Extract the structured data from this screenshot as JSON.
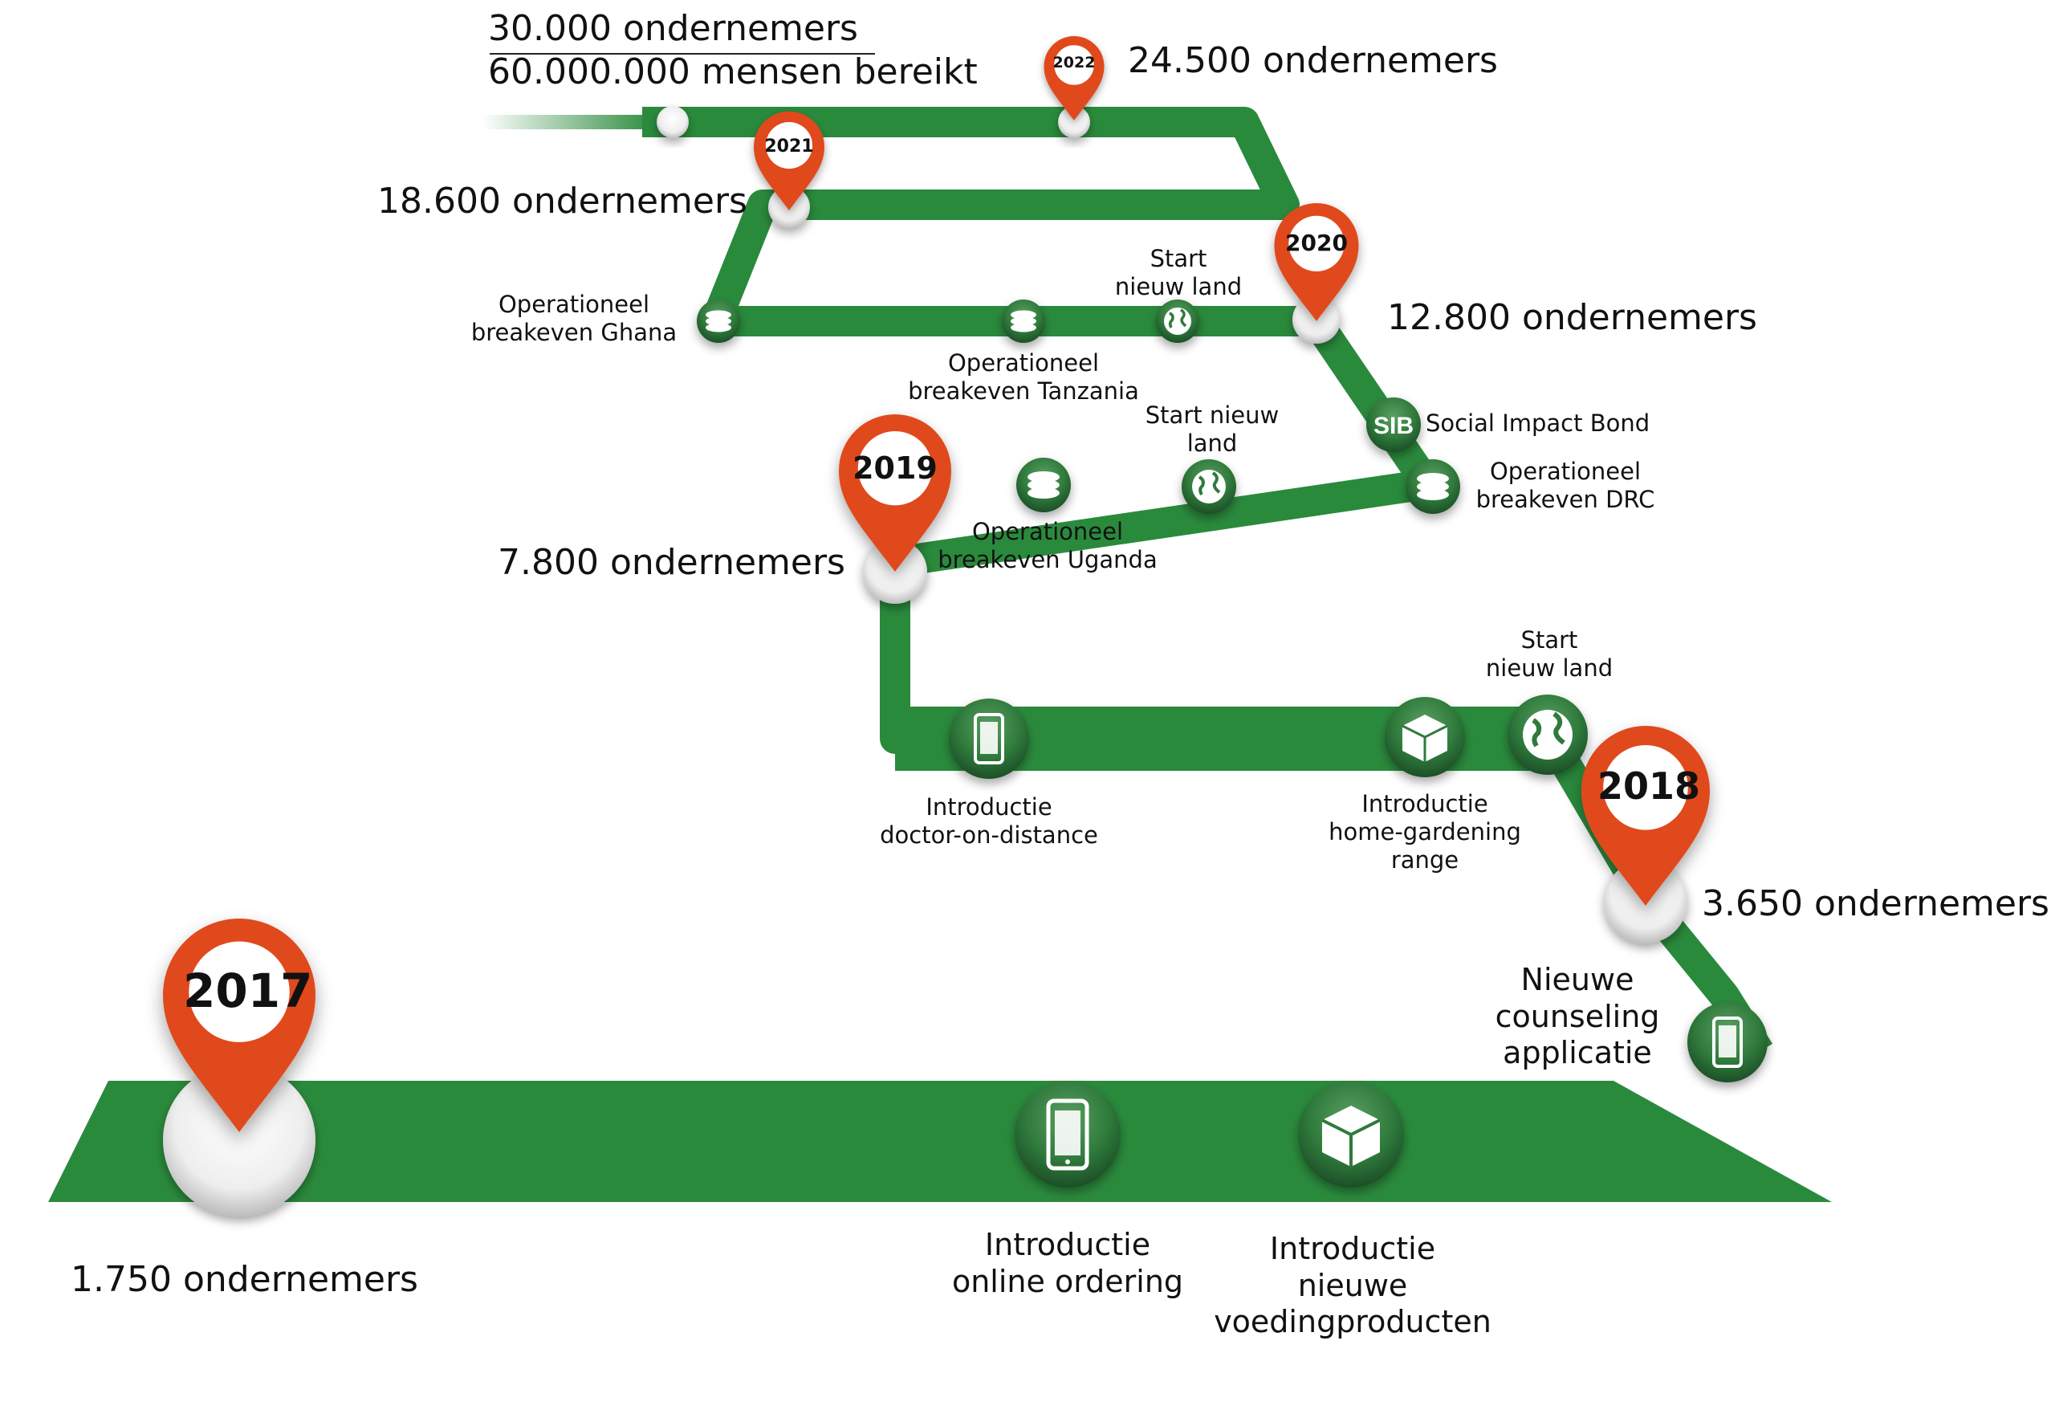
{
  "header": {
    "line1": "30.000 ondernemers",
    "line2": "60.000.000 mensen bereikt"
  },
  "track_color": "#2a8a3c",
  "pin_color": "#e04a1c",
  "icon_disc_color": "#2f7a3c",
  "years": {
    "y2017": "2017",
    "y2018": "2018",
    "y2019": "2019",
    "y2020": "2020",
    "y2021": "2021",
    "y2022": "2022"
  },
  "entrepreneurs": {
    "y2017": "1.750 ondernemers",
    "y2018": "3.650 ondernemers",
    "y2019": "7.800 ondernemers",
    "y2020": "12.800 ondernemers",
    "y2021": "18.600 ondernemers",
    "y2022": "24.500 ondernemers"
  },
  "milestones": {
    "online_ordering": [
      "Introductie",
      "online ordering"
    ],
    "new_food": [
      "Introductie",
      "nieuwe",
      "voedingproducten"
    ],
    "counseling_app": [
      "Nieuwe",
      "counseling",
      "applicatie"
    ],
    "doctor": [
      "Introductie",
      "doctor-on-distance"
    ],
    "home_gardening": [
      "Introductie",
      "home-gardening",
      "range"
    ],
    "start_land_2018": [
      "Start",
      "nieuw land"
    ],
    "breakeven_uganda": [
      "Operationeel",
      "breakeven Uganda"
    ],
    "start_land_2019": [
      "Start nieuw",
      "land"
    ],
    "breakeven_drc": [
      "Operationeel",
      "breakeven DRC"
    ],
    "sib_badge": "SIB",
    "sib_label": "Social Impact Bond",
    "breakeven_tanzania": [
      "Operationeel",
      "breakeven Tanzania"
    ],
    "start_land_2020": [
      "Start",
      "nieuw land"
    ],
    "breakeven_ghana": [
      "Operationeel",
      "breakeven Ghana"
    ]
  },
  "icons": [
    "phone-icon",
    "box-icon",
    "globe-icon",
    "coins-icon",
    "sib-icon",
    "map-pin-icon"
  ]
}
